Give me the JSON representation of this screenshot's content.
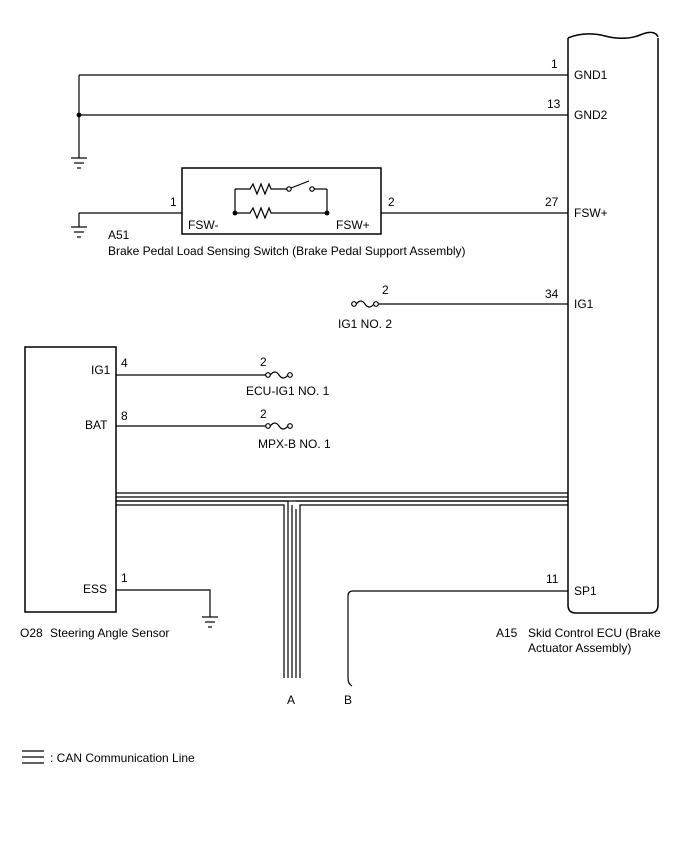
{
  "ecu": {
    "code": "A15",
    "name_line1": "Skid Control ECU (Brake",
    "name_line2": "Actuator Assembly)",
    "pins": [
      {
        "num": "1",
        "label": "GND1"
      },
      {
        "num": "13",
        "label": "GND2"
      },
      {
        "num": "27",
        "label": "FSW+"
      },
      {
        "num": "34",
        "label": "IG1"
      },
      {
        "num": "11",
        "label": "SP1"
      }
    ]
  },
  "switch": {
    "code": "A51",
    "name": "Brake Pedal Load Sensing Switch (Brake Pedal Support Assembly)",
    "pin_left": "1",
    "pin_right": "2",
    "label_left": "FSW-",
    "label_right": "FSW+"
  },
  "fuses": [
    {
      "pin": "2",
      "name": "IG1 NO. 2"
    },
    {
      "pin": "2",
      "name": "ECU-IG1 NO. 1"
    },
    {
      "pin": "2",
      "name": "MPX-B NO. 1"
    }
  ],
  "sensor": {
    "code": "O28",
    "name": "Steering Angle Sensor",
    "pins": [
      {
        "num": "4",
        "label": "IG1"
      },
      {
        "num": "8",
        "label": "BAT"
      },
      {
        "num": "1",
        "label": "ESS"
      }
    ]
  },
  "connectors": {
    "a": "A",
    "b": "B"
  },
  "legend": {
    "text": ": CAN Communication Line",
    "icon": "triple-line-icon"
  }
}
